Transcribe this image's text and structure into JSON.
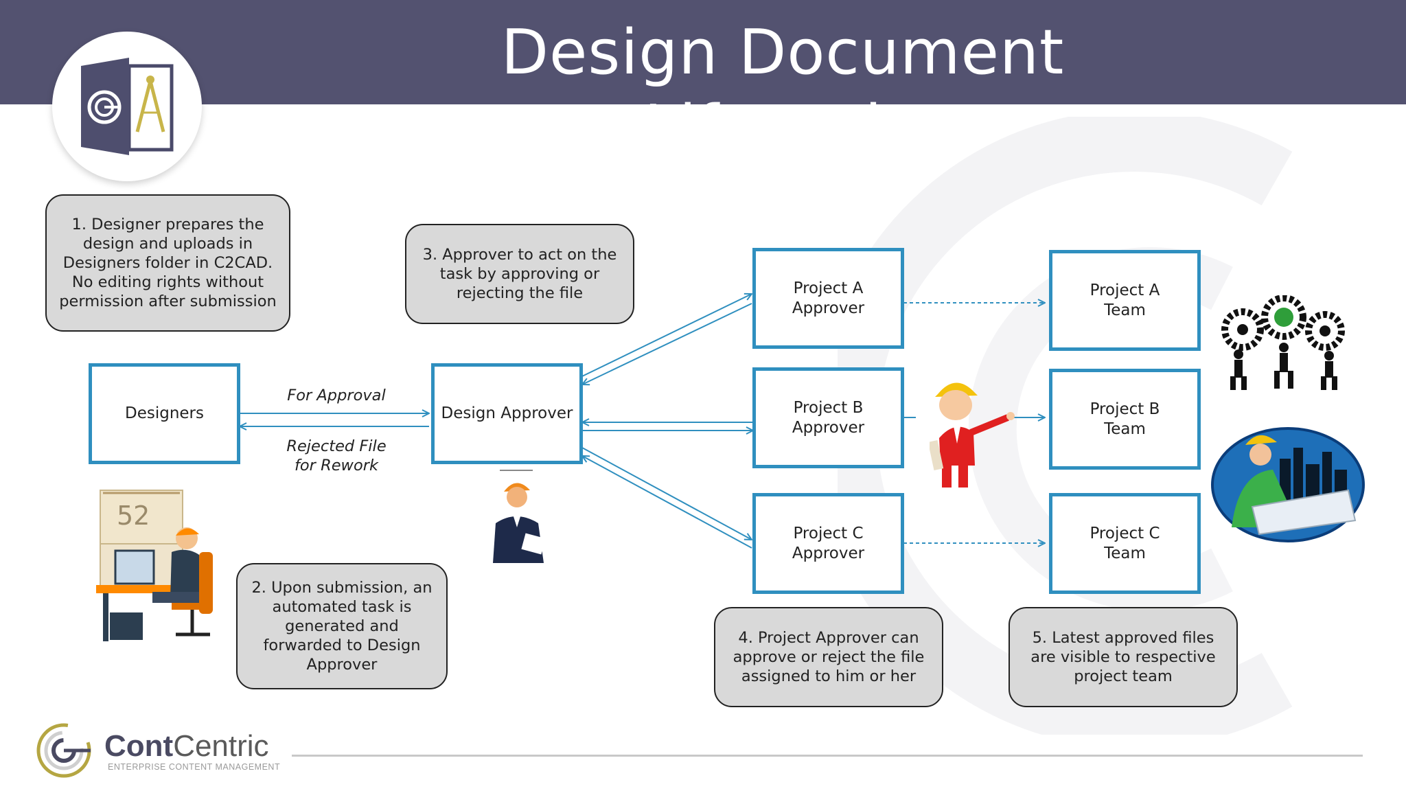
{
  "header": {
    "title": "Design Document Lifecycle"
  },
  "nodes": {
    "designers": "Designers",
    "design_approver": "Design Approver",
    "project_a_approver": "Project A\nApprover",
    "project_b_approver": "Project B\nApprover",
    "project_c_approver": "Project C\nApprover",
    "project_a_team": "Project A\nTeam",
    "project_b_team": "Project B\nTeam",
    "project_c_team": "Project C\nTeam"
  },
  "edge_labels": {
    "for_approval": "For Approval",
    "rejected": "Rejected File\nfor Rework"
  },
  "notes": {
    "step1": "1. Designer prepares the design and uploads in Designers folder in C2CAD. No editing rights without permission after submission",
    "step2": "2. Upon submission, an automated task is generated and forwarded to Design Approver",
    "step3": "3. Approver to act on the task by approving or rejecting the file",
    "step4": "4. Project Approver can approve or reject the file assigned to him or her",
    "step5": "5. Latest approved files are visible to  respective project team"
  },
  "footer": {
    "brand_bold": "Cont",
    "brand_regular": "Centric",
    "tagline": "ENTERPRISE CONTENT MANAGEMENT"
  },
  "colors": {
    "header_bg": "#535270",
    "box_border": "#2f8fbf",
    "note_bg": "#d9d9d9",
    "brand_gold": "#b5a642"
  },
  "icons": [
    "document-compass-logo",
    "designer-at-desk-illustration",
    "design-approver-figure",
    "engineer-pointing-figure",
    "team-gears-illustration",
    "engineer-blueprint-illustration",
    "contcentric-logo"
  ]
}
